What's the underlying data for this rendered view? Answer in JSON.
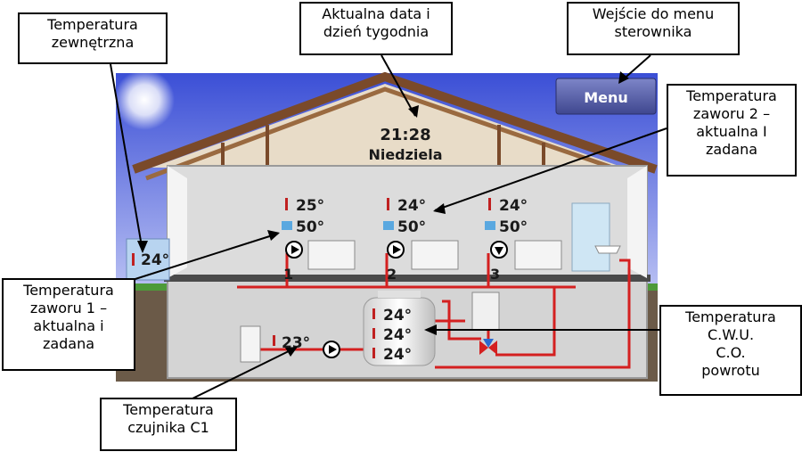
{
  "screen": {
    "time": "21:28",
    "day": "Niedziela",
    "menu_label": "Menu",
    "outside_temp": "24°",
    "rooms": [
      {
        "temp": "25°",
        "valve": "50°",
        "number": "1"
      },
      {
        "temp": "24°",
        "valve": "50°",
        "number": "2"
      },
      {
        "temp": "24°",
        "valve": "50°",
        "number": "3"
      }
    ],
    "c1_temp": "23°",
    "tank_temps": [
      "24°",
      "24°",
      "24°"
    ]
  },
  "callouts": {
    "outside": "Temperatura\nzewnętrzna",
    "date": "Aktualna data i\ndzień tygodnia",
    "menu": "Wejście do menu\nsterownika",
    "valve2": "Temperatura\nzaworu 2 –\naktualna I\nzadana",
    "valve1": "Temperatura\nzaworu 1 –\naktualna i\nzadana",
    "cwu": "Temperatura\nC.W.U.\nC.O.\npowrotu",
    "c1": "Temperatura\nczujnika C1"
  },
  "colors": {
    "pipe": "#d42020",
    "sky_top": "#3b4fd6",
    "sky_bottom": "#e8ecff",
    "roof": "#7a4a2a",
    "wall": "#d9d9d9",
    "ground": "#6b5a48",
    "grass": "#4d9a3a"
  }
}
